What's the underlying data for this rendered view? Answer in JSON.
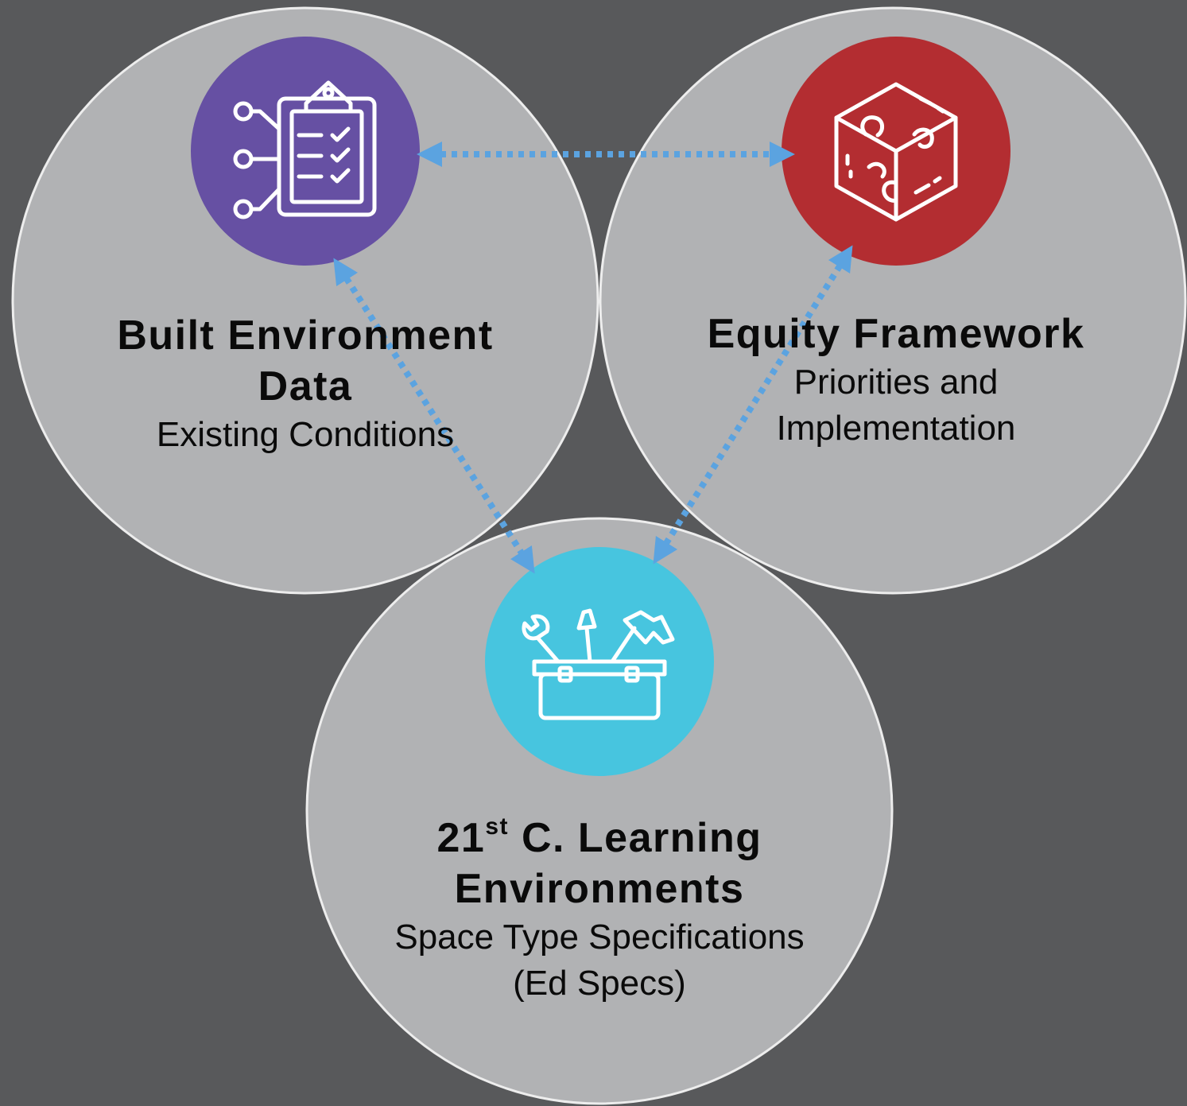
{
  "colors": {
    "background": "#58595b",
    "circle_fill": "#b1b2b4",
    "circle_stroke": "#ededed",
    "arrow": "#5ba3e0",
    "built_environment_icon_bg": "#6650a3",
    "equity_icon_bg": "#b32d31",
    "learning_icon_bg": "#47c5df",
    "icon_stroke": "#ffffff"
  },
  "nodes": {
    "built_environment": {
      "icon": "clipboard-checklist-icon",
      "title_line1": "Built Environment",
      "title_line2": "Data",
      "subtitle": "Existing Conditions"
    },
    "equity": {
      "icon": "puzzle-cube-icon",
      "title": "Equity Framework",
      "subtitle_line1": "Priorities and",
      "subtitle_line2": "Implementation"
    },
    "learning": {
      "icon": "toolbox-icon",
      "title_number": "21",
      "title_superscript": "st",
      "title_rest": " C. Learning",
      "title_line2": "Environments",
      "subtitle_line1": "Space Type Specifications",
      "subtitle_line2": "(Ed Specs)"
    }
  },
  "connections": [
    {
      "from": "built_environment",
      "to": "equity",
      "style": "dotted-double-arrow"
    },
    {
      "from": "built_environment",
      "to": "learning",
      "style": "dotted-double-arrow"
    },
    {
      "from": "equity",
      "to": "learning",
      "style": "dotted-double-arrow"
    }
  ]
}
